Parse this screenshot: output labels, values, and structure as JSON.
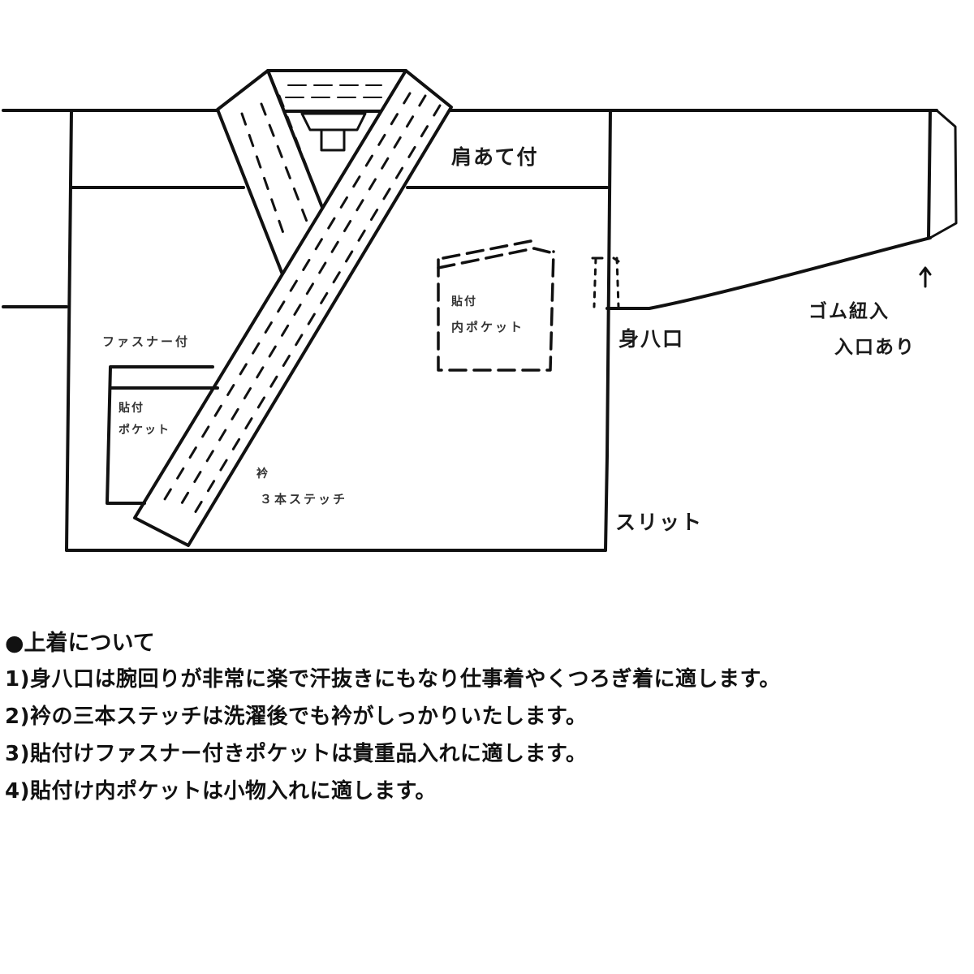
{
  "diagram": {
    "subject": "jacket (uwagi) flat sketch",
    "labels": {
      "shoulder_patch": "肩あて付",
      "inner_pocket_line1": "貼付",
      "inner_pocket_line2": "内ポケット",
      "underarm_opening": "身八口",
      "sleeve_elastic_line1": "ゴム紐入",
      "sleeve_elastic_line2": "入口あり",
      "zipper_label": "ファスナー付",
      "patch_pocket_line1": "貼付",
      "patch_pocket_line2": "ポケット",
      "collar_line1": "衿",
      "collar_line2": "３本ステッチ",
      "slit": "スリット"
    },
    "line_color": "#111111",
    "background_color": "#ffffff"
  },
  "description": {
    "title": "●上着について",
    "items": [
      "1)身八口は腕回りが非常に楽で汗抜きにもなり仕事着やくつろぎ着に適します。",
      "2)衿の三本ステッチは洗濯後でも衿がしっかりいたします。",
      "3)貼付けファスナー付きポケットは貴重品入れに適します。",
      "4)貼付け内ポケットは小物入れに適します。"
    ]
  }
}
